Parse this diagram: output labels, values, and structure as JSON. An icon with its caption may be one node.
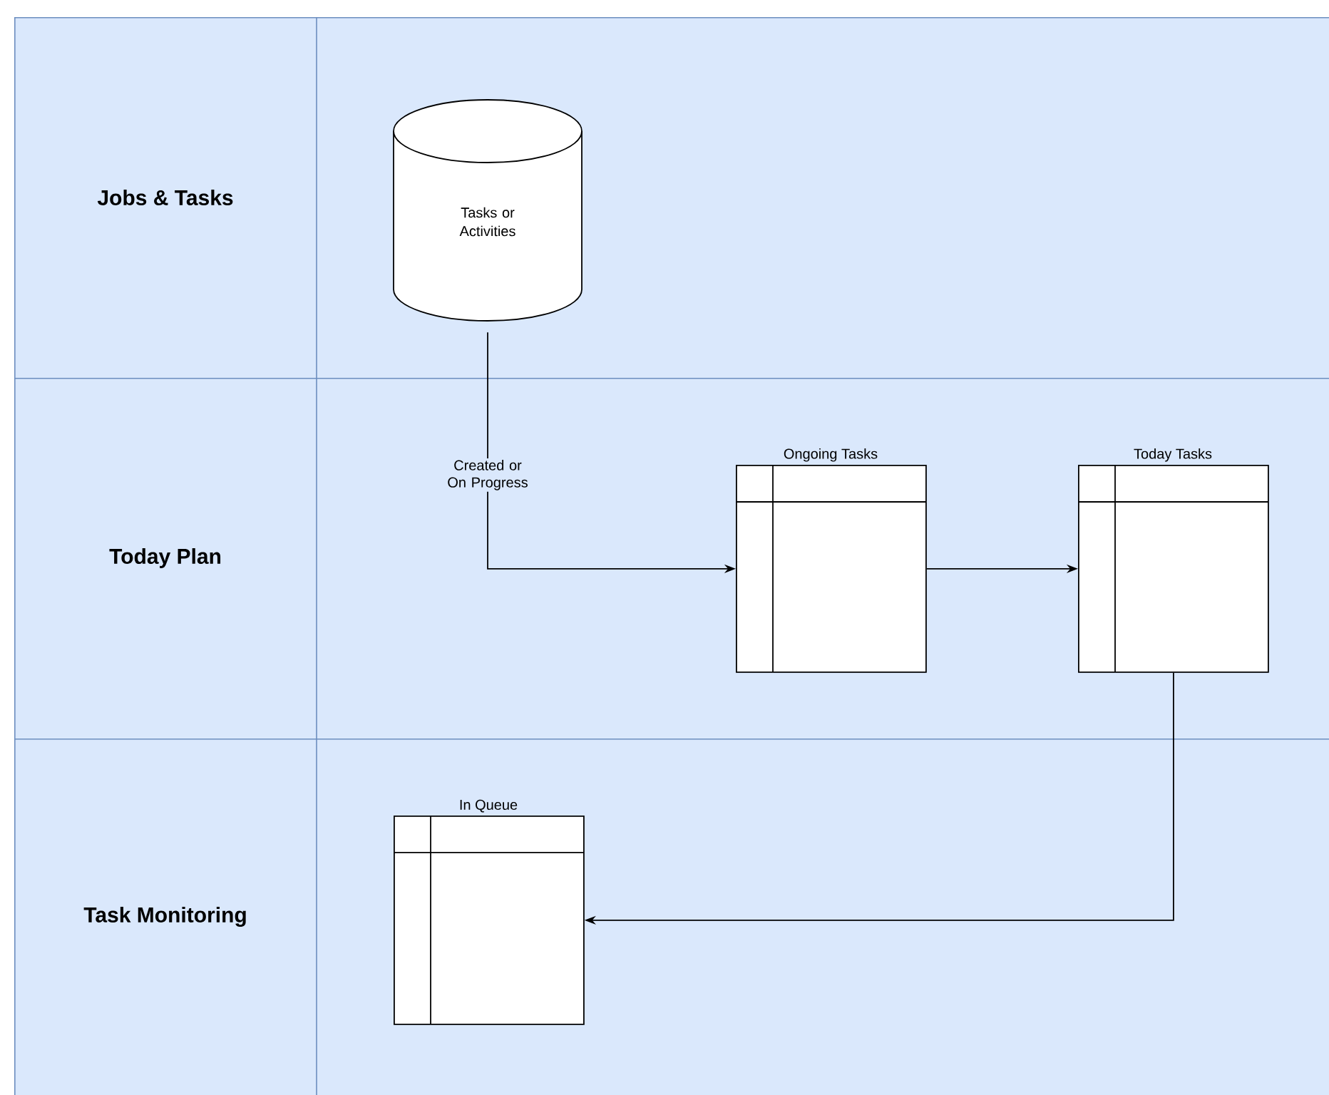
{
  "diagram": {
    "nodes": [
      {
        "text": [
          "Jobs & Tasks"
        ]
      },
      {
        "text": [
          "Tasks or Activities"
        ],
        "in": 0
      },
      {
        "text": [
          "Today Plan"
        ]
      },
      {
        "text": [
          "Ongoing Tasks"
        ],
        "in": 2
      },
      {
        "text": [
          "Today Tasks"
        ],
        "in": 2
      },
      {
        "text": [
          "Task Monitoring"
        ]
      },
      {
        "text": [
          "In Queue"
        ],
        "in": 5
      }
    ],
    "edges": [
      {
        "from": 1,
        "to": 3,
        "arrow": "to",
        "label": "Created or On Progress"
      },
      {
        "from": 3,
        "to": 4,
        "arrow": "to"
      },
      {
        "from": 4,
        "to": 6,
        "arrow": "to"
      }
    ]
  }
}
